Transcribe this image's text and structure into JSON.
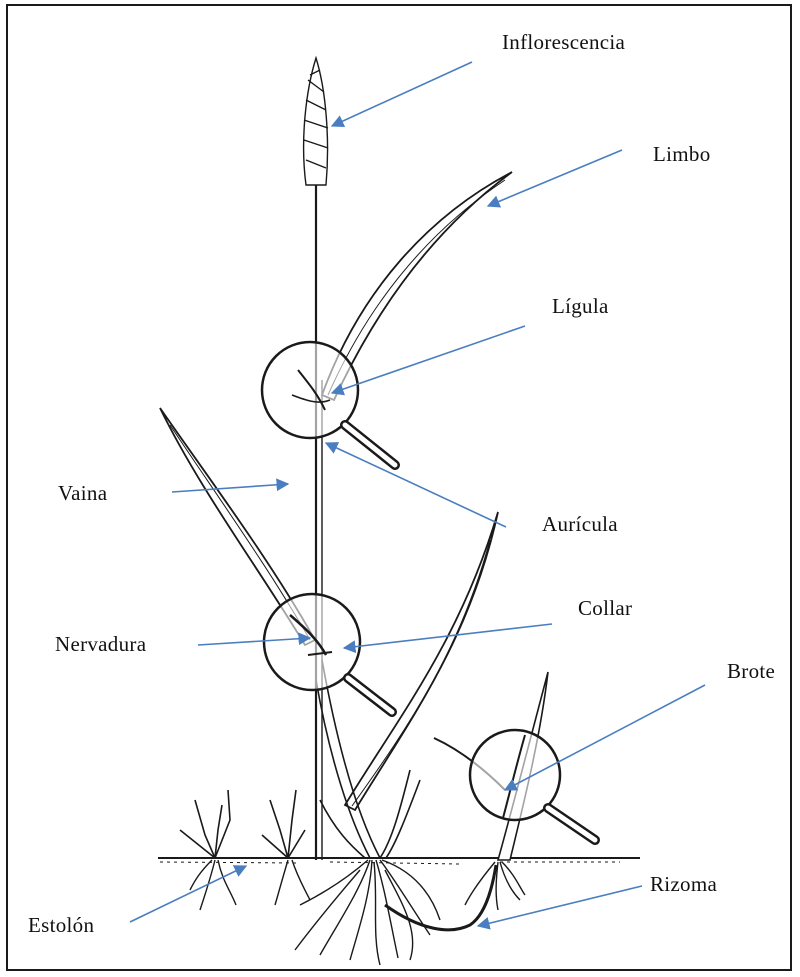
{
  "labels": {
    "inflorescencia": "Inflorescencia",
    "limbo": "Limbo",
    "ligula": "Lígula",
    "vaina": "Vaina",
    "auricula": "Aurícula",
    "collar": "Collar",
    "nervadura": "Nervadura",
    "brote": "Brote",
    "rizoma": "Rizoma",
    "estolon": "Estolón"
  },
  "colors": {
    "arrow": "#4a7ec0",
    "ink": "#1a1a1a"
  },
  "icons": [
    "magnifier-ligula",
    "magnifier-collar",
    "magnifier-brote"
  ]
}
